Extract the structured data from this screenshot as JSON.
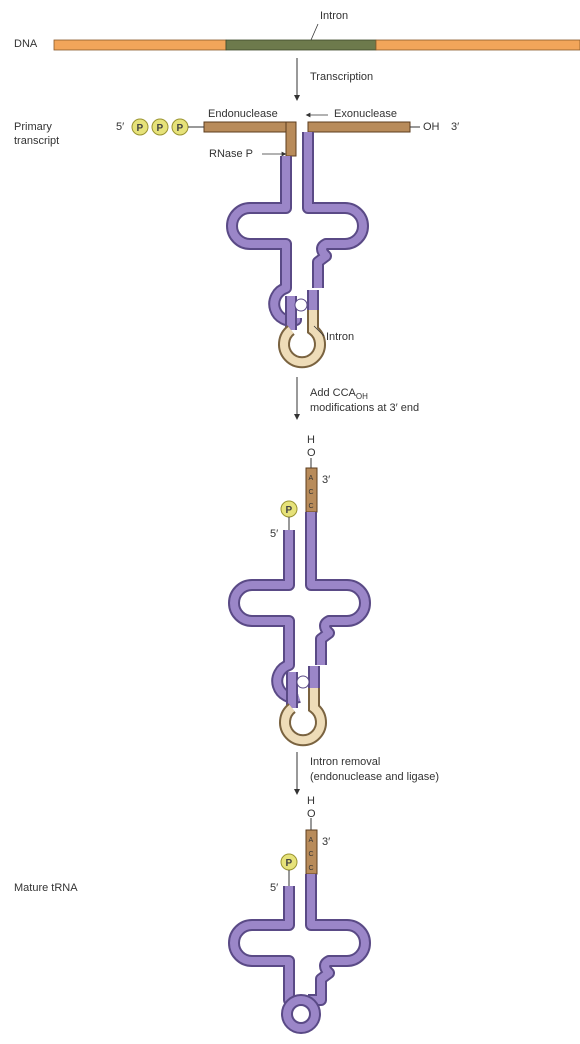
{
  "dna": {
    "label": "DNA",
    "intron_label": "Intron"
  },
  "steps": {
    "transcription": "Transcription",
    "add_cca_line1_prefix": "Add CCA",
    "add_cca_line1_sub": "OH",
    "add_cca_line2": "modifications at 3′ end",
    "intron_removal_line1": "Intron removal",
    "intron_removal_line2": "(endonuclease and ligase)"
  },
  "primary": {
    "label_line1": "Primary",
    "label_line2": "transcript",
    "five_prime": "5′",
    "three_prime": "3′",
    "oh": "OH",
    "phosphate": "P",
    "endonuclease": "Endonuclease",
    "exonuclease": "Exonuclease",
    "rnase_p": "RNase P",
    "intron": "Intron"
  },
  "modified": {
    "h": "H",
    "o": "O",
    "three_prime": "3′",
    "five_prime": "5′",
    "phosphate": "P",
    "bases": [
      "A",
      "C",
      "C"
    ]
  },
  "mature": {
    "label": "Mature tRNA",
    "h": "H",
    "o": "O",
    "three_prime": "3′",
    "five_prime": "5′",
    "phosphate": "P",
    "bases": [
      "A",
      "C",
      "C"
    ]
  },
  "colors": {
    "purple": "#9b86c8",
    "purple_outline": "#5a4a86",
    "tan": "#b88b5a",
    "intron_tan": "#eedcb8",
    "dna_orange": "#f2a55a",
    "dna_green": "#6d7a4c",
    "phosphate": "#e6e27a"
  }
}
